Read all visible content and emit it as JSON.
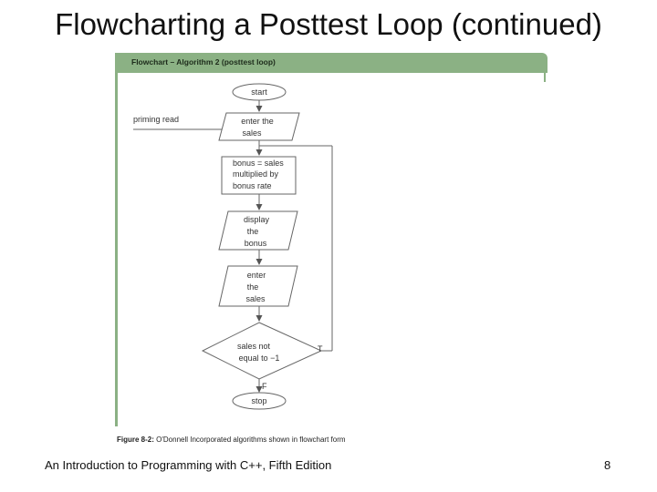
{
  "slide": {
    "title": "Flowcharting a Posttest Loop (continued)",
    "footer_text": "An Introduction to Programming with C++, Fifth Edition",
    "page_number": "8"
  },
  "figure": {
    "header": "Flowchart – Algorithm 2 (posttest loop)",
    "caption_label": "Figure 8-2:",
    "caption_text": "O'Donnell Incorporated algorithms shown in flowchart form",
    "header_color": "#8bb184"
  },
  "flowchart": {
    "start": "start",
    "priming_read_label": "priming read",
    "input1": [
      "enter the",
      "sales"
    ],
    "process": [
      "bonus = sales",
      "multiplied by",
      "bonus rate"
    ],
    "output": [
      "display",
      "the",
      "bonus"
    ],
    "input2": [
      "enter",
      "the",
      "sales"
    ],
    "decision": [
      "sales not",
      "equal to −1"
    ],
    "true_label": "T",
    "false_label": "F",
    "stop": "stop"
  }
}
